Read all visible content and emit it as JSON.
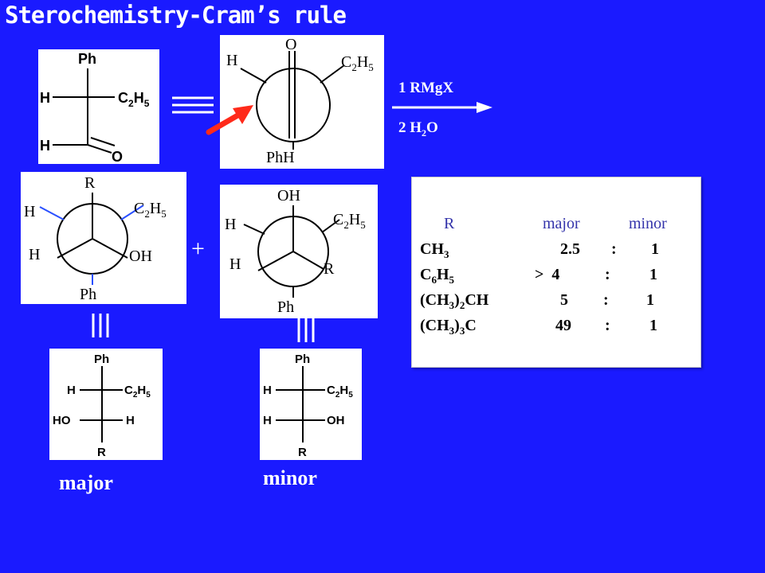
{
  "title": "Sterochemistry-Cram’s rule",
  "colors": {
    "background": "#1a1aff",
    "text": "#ffffff",
    "arrow_red": "#ff2a1a",
    "table_header": "#3333aa"
  },
  "reagents": {
    "step1": "1 RMgX",
    "step2_prefix": "2 H",
    "step2_sub": "2",
    "step2_suffix": "O"
  },
  "plus": "+",
  "fischer_start": {
    "top": "Ph",
    "left1": "H",
    "left2": "H",
    "right_c": "C",
    "right_sub1": "2",
    "right_h": "H",
    "right_sub2": "5",
    "o": "O"
  },
  "newman_start": {
    "top": "O",
    "left": "H",
    "right_c": "C",
    "right_sub1": "2",
    "right_h": "H",
    "right_sub2": "5",
    "bottom": "PhH"
  },
  "newman_major": {
    "top": "R",
    "left_top": "H",
    "right_c": "C",
    "right_sub1": "2",
    "right_h": "H",
    "right_sub2": "5",
    "left_bottom": "H",
    "right_bottom": "OH",
    "bottom": "Ph"
  },
  "newman_minor": {
    "top": "OH",
    "left_top": "H",
    "right_c": "C",
    "right_sub1": "2",
    "right_h": "H",
    "right_sub2": "5",
    "left_bottom": "H",
    "right_bottom": "R",
    "bottom": "Ph"
  },
  "fischer_major": {
    "top": "Ph",
    "l1": "H",
    "r1_c": "C",
    "r1_sub1": "2",
    "r1_h": "H",
    "r1_sub2": "5",
    "l2": "HO",
    "r2": "H",
    "bottom": "R"
  },
  "fischer_minor": {
    "top": "Ph",
    "l1": "H",
    "r1_c": "C",
    "r1_sub1": "2",
    "r1_h": "H",
    "r1_sub2": "5",
    "l2": "H",
    "r2": "OH",
    "bottom": "R"
  },
  "labels": {
    "major": "major",
    "minor": "minor"
  },
  "table": {
    "headers": {
      "r": "R",
      "major": "major",
      "minor": "minor"
    },
    "rows": [
      {
        "group": "CH",
        "sub": "3",
        "rest": "",
        "sub2": "",
        "tail": "",
        "major": "2.5",
        "sep": ":",
        "minor": "1"
      },
      {
        "group": "C",
        "sub": "6",
        "rest": "H",
        "sub2": "5",
        "tail": "",
        "major": ">  4",
        "sep": ":",
        "minor": "1"
      },
      {
        "group": "(CH",
        "sub": "3",
        "rest": ")",
        "sub2": "2",
        "tail": "CH",
        "major": "5",
        "sep": ":",
        "minor": "1"
      },
      {
        "group": "(CH",
        "sub": "3",
        "rest": ")",
        "sub2": "3",
        "tail": "C",
        "major": "49",
        "sep": ":",
        "minor": "1"
      }
    ]
  }
}
